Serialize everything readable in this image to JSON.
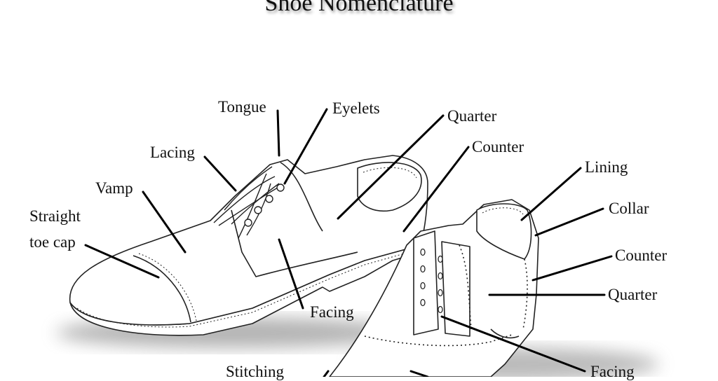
{
  "title": "Shoe Nomenclature",
  "labels": {
    "tongue": "Tongue",
    "eyelets": "Eyelets",
    "quarter_left": "Quarter",
    "counter_left": "Counter",
    "lacing": "Lacing",
    "vamp": "Vamp",
    "toe_cap_line1": "Straight",
    "toe_cap_line2": "toe cap",
    "facing_left": "Facing",
    "lining": "Lining",
    "collar": "Collar",
    "counter_right": "Counter",
    "quarter_right": "Quarter",
    "facing_right": "Facing",
    "stitching": "Stitching"
  }
}
